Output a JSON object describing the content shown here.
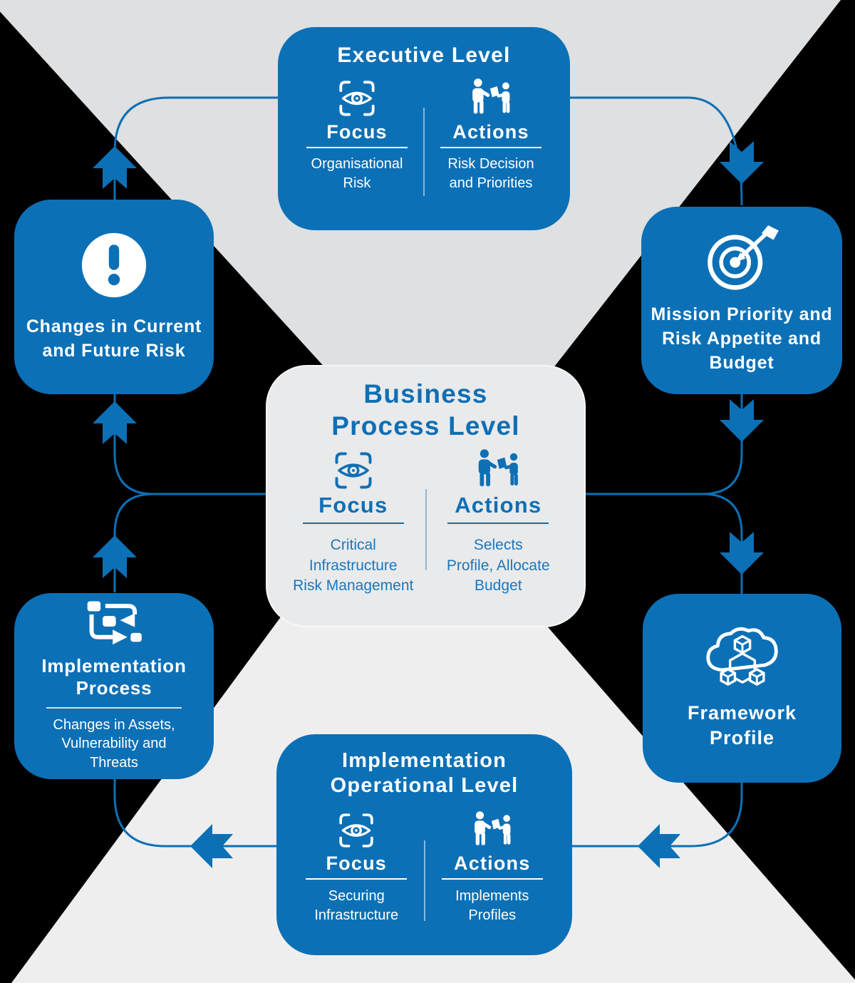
{
  "colors": {
    "primary_blue": "#0c70b6",
    "white": "#ffffff",
    "top_triangle_gray": "#dfe0e1",
    "bottom_triangle_gray": "#eeeeef",
    "center_box_gray": "#e9eaeb",
    "center_text_blue": "#0e6fb5"
  },
  "boxes": {
    "executive": {
      "title": "Executive Level",
      "focus_icon": "focus-icon",
      "actions_icon": "actions-icon",
      "focus_label": "Focus",
      "actions_label": "Actions",
      "focus_text": "Organisational\nRisk",
      "actions_text": "Risk Decision\nand Priorities"
    },
    "changes": {
      "title": "Changes in Current\nand Future Risk",
      "icon": "alert-icon"
    },
    "mission": {
      "title": "Mission Priority and\nRisk Appetite and\nBudget",
      "icon": "target-icon"
    },
    "business": {
      "title": "Business\nProcess Level",
      "focus_icon": "focus-icon",
      "actions_icon": "actions-icon",
      "focus_label": "Focus",
      "actions_label": "Actions",
      "focus_text": "Critical\nInfrastructure\nRisk Management",
      "actions_text": "Selects\nProfile, Allocate\nBudget"
    },
    "implementation_process": {
      "title": "Implementation\nProcess",
      "icon": "process-icon",
      "body": "Changes in Assets,\nVulnerability and\nThreats"
    },
    "framework_profile": {
      "title": "Framework\nProfile",
      "icon": "cloud-cubes-icon"
    },
    "operational": {
      "title": "Implementation\nOperational Level",
      "focus_icon": "focus-icon",
      "actions_icon": "actions-icon",
      "focus_label": "Focus",
      "actions_label": "Actions",
      "focus_text": "Securing\nInfrastructure",
      "actions_text": "Implements\nProfiles"
    }
  }
}
